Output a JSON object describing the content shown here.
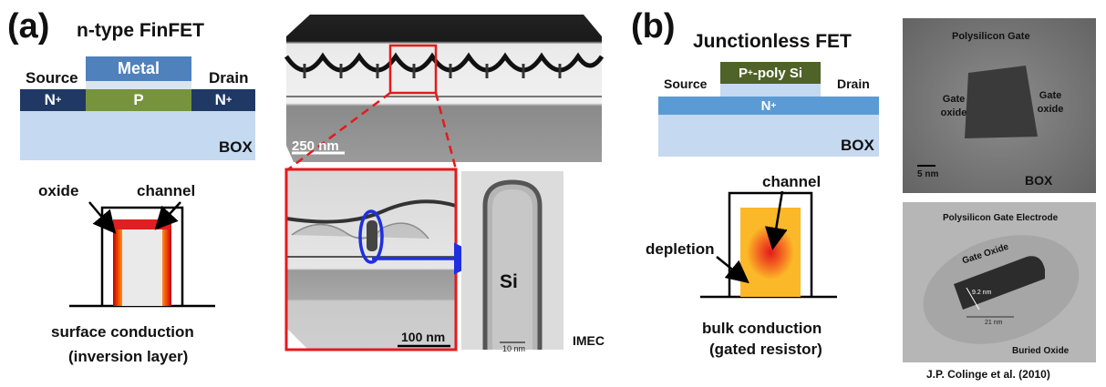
{
  "panel_a": {
    "letter": "(a)",
    "title": "n-type FinFET",
    "source": "Source",
    "drain": "Drain",
    "gate": "Metal",
    "left_doping": "N+",
    "channel_doping": "P",
    "right_doping": "N+",
    "substrate": "BOX",
    "oxide_label": "oxide",
    "channel_label": "channel",
    "caption_line1": "surface conduction",
    "caption_line2": "(inversion layer)",
    "scale_top": "250 nm",
    "scale_zoom": "100 nm",
    "fin_label": "Si",
    "fin_scale": "10 nm",
    "credit": "IMEC"
  },
  "panel_b": {
    "letter": "(b)",
    "title": "Junctionless FET",
    "source": "Source",
    "drain": "Drain",
    "gate": "P+-poly Si",
    "doping": "N+",
    "substrate": "BOX",
    "channel_label": "channel",
    "depletion_label": "depletion",
    "caption_line1": "bulk conduction",
    "caption_line2": "(gated resistor)",
    "tem_top": {
      "gate": "Polysilicon Gate",
      "oxide_left": "Gate oxide",
      "oxide_right": "Gate oxide",
      "scale": "5 nm",
      "box": "BOX"
    },
    "tem_bottom": {
      "gate": "Polysilicon Gate Electrode",
      "oxide": "Gate Oxide",
      "dim1": "9.2 nm",
      "dim2": "21 nm",
      "buried": "Buried Oxide"
    },
    "credit": "J.P. Colinge et al. (2010)"
  },
  "colors": {
    "n_plus": "#1f3864",
    "p_body": "#77933c",
    "metal": "#4f81bd",
    "metal_light": "#95b3d7",
    "box": "#c5d9f1",
    "jl_n": "#5b9bd5",
    "jl_gate": "#4f6228",
    "red": "#e41a1c",
    "blue": "#1f2fe0"
  }
}
